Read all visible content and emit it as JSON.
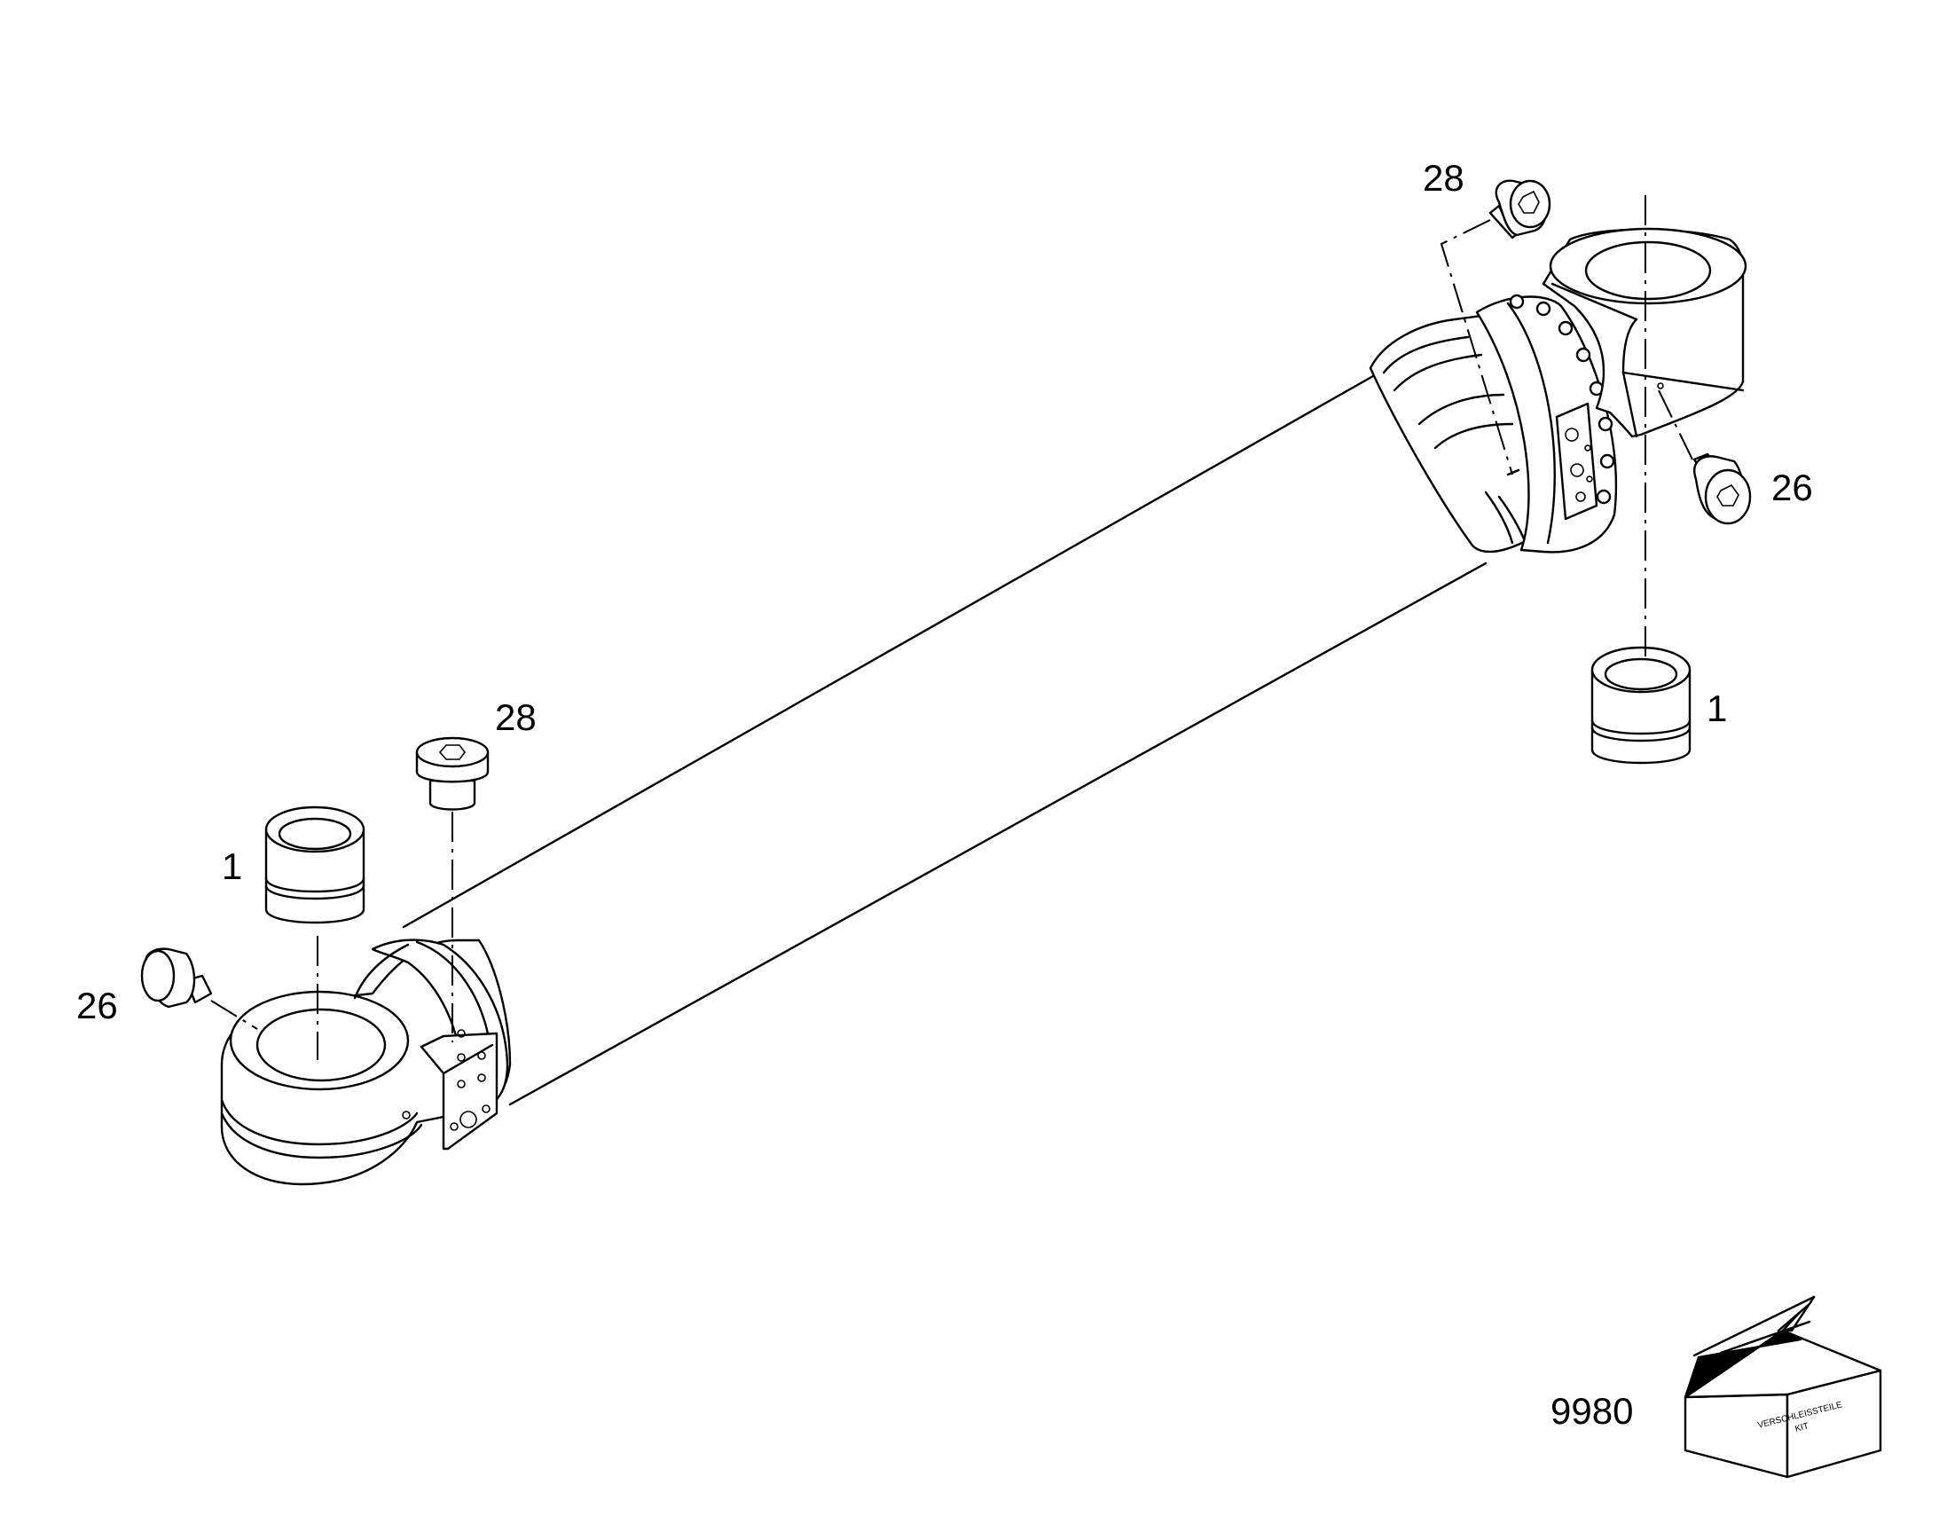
{
  "diagram": {
    "callouts": [
      {
        "id": "c-28-top",
        "label": "28"
      },
      {
        "id": "c-26-right",
        "label": "26"
      },
      {
        "id": "c-1-right",
        "label": "1"
      },
      {
        "id": "c-28-left",
        "label": "28"
      },
      {
        "id": "c-1-left",
        "label": "1"
      },
      {
        "id": "c-26-left",
        "label": "26"
      },
      {
        "id": "c-9980",
        "label": "9980"
      }
    ],
    "kit_box": {
      "line1": "VERSCHLEISSTEILE",
      "line2": "KIT"
    }
  }
}
